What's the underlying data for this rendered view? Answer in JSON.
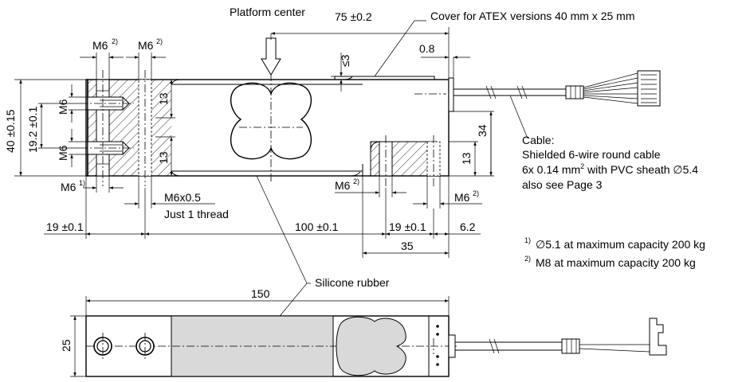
{
  "labels": {
    "platform_center": "Platform center",
    "dim_75": "75 ±0.2",
    "cover": "Cover for ATEX versions 40 mm x 25 mm",
    "le3": "≤3",
    "dim_08": "0.8",
    "m6_top_left": "M6",
    "m6_top_mid": "M6",
    "sup2": "2)",
    "sup1": "1)",
    "dim_40": "40 ±0.15",
    "dim_192": "19.2 ±0.1",
    "m6_side_upper": "M6",
    "m6_side_lower": "M6",
    "dim_13_upper": "13",
    "dim_13_lower": "13",
    "dim_13_right": "13",
    "dim_34": "34",
    "cable_title": "Cable:",
    "cable_line1": "Shielded 6-wire round cable",
    "cable_line2_a": "6x 0.14 mm",
    "cable_line2_sup": "2",
    "cable_line2_b": " with PVC sheath ∅5.4",
    "cable_line3": "also see Page 3",
    "m6_bottom_left": "M6",
    "m6x05": "M6x0.5",
    "just_thread": "Just 1 thread",
    "m6_bottom_mid": "M6",
    "m6_bottom_right": "M6",
    "dim_19": "19 ±0.1",
    "dim_100": "100 ±0.1",
    "dim_19b": "19 ±0.1",
    "dim_62": "6.2",
    "dim_35": "35",
    "note1_mark": "1)",
    "note1": "∅5.1 at maximum capacity 200 kg",
    "note2_mark": "2)",
    "note2": "M8 at maximum capacity 200 kg",
    "silicone": "Silicone rubber",
    "dim_150": "150",
    "dim_25": "25"
  }
}
